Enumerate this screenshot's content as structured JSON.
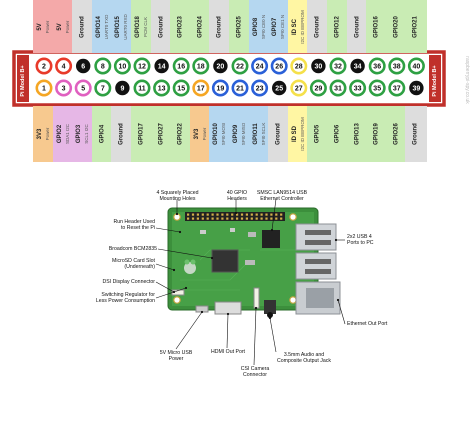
{
  "header": {
    "left_label": "Pi Model B+",
    "right_label": "Pi Model B+",
    "watermark": "raspberrypi-spy.co.uk"
  },
  "colors": {
    "power5v": "#f4a9a9",
    "power3v3": "#f7c98f",
    "ground": "#dddddd",
    "gpio": "#c9ecb4",
    "i2c": "#e6b7e6",
    "uart": "#b5d7f0",
    "spi": "#b5d7f0",
    "idsc": "#fff6a3",
    "frame": "#c0302a",
    "pin_red": "#e83a2a",
    "pin_orange": "#f5a623",
    "pin_green": "#2ea043",
    "pin_black": "#111111",
    "pin_pink": "#e060c0",
    "pin_blue": "#2a60d8",
    "pin_yellow": "#f5e04a"
  },
  "top_row": [
    {
      "pin": "2",
      "name": "5V",
      "sub": "Power",
      "cat": "power5v",
      "ring": "pin_red"
    },
    {
      "pin": "4",
      "name": "5V",
      "sub": "Power",
      "cat": "power5v",
      "ring": "pin_red"
    },
    {
      "pin": "6",
      "name": "Ground",
      "sub": "",
      "cat": "ground",
      "ring": "pin_black"
    },
    {
      "pin": "8",
      "name": "GPIO14",
      "sub": "UART0 TXD",
      "cat": "uart",
      "ring": "pin_green"
    },
    {
      "pin": "10",
      "name": "GPIO15",
      "sub": "UART0 RXD",
      "cat": "uart",
      "ring": "pin_green"
    },
    {
      "pin": "12",
      "name": "GPIO18",
      "sub": "PCM CLK",
      "cat": "gpio",
      "ring": "pin_green"
    },
    {
      "pin": "14",
      "name": "Ground",
      "sub": "",
      "cat": "ground",
      "ring": "pin_black"
    },
    {
      "pin": "16",
      "name": "GPIO23",
      "sub": "",
      "cat": "gpio",
      "ring": "pin_green"
    },
    {
      "pin": "18",
      "name": "GPIO24",
      "sub": "",
      "cat": "gpio",
      "ring": "pin_green"
    },
    {
      "pin": "20",
      "name": "Ground",
      "sub": "",
      "cat": "ground",
      "ring": "pin_black"
    },
    {
      "pin": "22",
      "name": "GPIO25",
      "sub": "",
      "cat": "gpio",
      "ring": "pin_green"
    },
    {
      "pin": "24",
      "name": "GPIO8",
      "sub": "SPI0 CE0 N",
      "cat": "spi",
      "ring": "pin_blue"
    },
    {
      "pin": "26",
      "name": "GPIO7",
      "sub": "SPI0 CE1 N",
      "cat": "spi",
      "ring": "pin_blue"
    },
    {
      "pin": "28",
      "name": "ID SC",
      "sub": "I2C ID EEPROM",
      "cat": "idsc",
      "ring": "pin_yellow"
    },
    {
      "pin": "30",
      "name": "Ground",
      "sub": "",
      "cat": "ground",
      "ring": "pin_black"
    },
    {
      "pin": "32",
      "name": "GPIO12",
      "sub": "",
      "cat": "gpio",
      "ring": "pin_green"
    },
    {
      "pin": "34",
      "name": "Ground",
      "sub": "",
      "cat": "ground",
      "ring": "pin_black"
    },
    {
      "pin": "36",
      "name": "GPIO16",
      "sub": "",
      "cat": "gpio",
      "ring": "pin_green"
    },
    {
      "pin": "38",
      "name": "GPIO20",
      "sub": "",
      "cat": "gpio",
      "ring": "pin_green"
    },
    {
      "pin": "40",
      "name": "GPIO21",
      "sub": "",
      "cat": "gpio",
      "ring": "pin_green"
    }
  ],
  "bottom_row": [
    {
      "pin": "1",
      "name": "3V3",
      "sub": "Power",
      "cat": "power3v3",
      "ring": "pin_orange"
    },
    {
      "pin": "3",
      "name": "GPIO2",
      "sub": "SDA1 I2C",
      "cat": "i2c",
      "ring": "pin_pink"
    },
    {
      "pin": "5",
      "name": "GPIO3",
      "sub": "SCL1 I2C",
      "cat": "i2c",
      "ring": "pin_pink"
    },
    {
      "pin": "7",
      "name": "GPIO4",
      "sub": "",
      "cat": "gpio",
      "ring": "pin_green"
    },
    {
      "pin": "9",
      "name": "Ground",
      "sub": "",
      "cat": "ground",
      "ring": "pin_black"
    },
    {
      "pin": "11",
      "name": "GPIO17",
      "sub": "",
      "cat": "gpio",
      "ring": "pin_green"
    },
    {
      "pin": "13",
      "name": "GPIO27",
      "sub": "",
      "cat": "gpio",
      "ring": "pin_green"
    },
    {
      "pin": "15",
      "name": "GPIO22",
      "sub": "",
      "cat": "gpio",
      "ring": "pin_green"
    },
    {
      "pin": "17",
      "name": "3V3",
      "sub": "Power",
      "cat": "power3v3",
      "ring": "pin_orange"
    },
    {
      "pin": "19",
      "name": "GPIO10",
      "sub": "SPI0 MOSI",
      "cat": "spi",
      "ring": "pin_blue"
    },
    {
      "pin": "21",
      "name": "GPIO9",
      "sub": "SPI0 MISO",
      "cat": "spi",
      "ring": "pin_blue"
    },
    {
      "pin": "23",
      "name": "GPIO11",
      "sub": "SPI0 SCLK",
      "cat": "spi",
      "ring": "pin_blue"
    },
    {
      "pin": "25",
      "name": "Ground",
      "sub": "",
      "cat": "ground",
      "ring": "pin_black"
    },
    {
      "pin": "27",
      "name": "ID SD",
      "sub": "I2C ID EEPROM",
      "cat": "idsc",
      "ring": "pin_yellow"
    },
    {
      "pin": "29",
      "name": "GPIO5",
      "sub": "",
      "cat": "gpio",
      "ring": "pin_green"
    },
    {
      "pin": "31",
      "name": "GPIO6",
      "sub": "",
      "cat": "gpio",
      "ring": "pin_green"
    },
    {
      "pin": "33",
      "name": "GPIO13",
      "sub": "",
      "cat": "gpio",
      "ring": "pin_green"
    },
    {
      "pin": "35",
      "name": "GPIO19",
      "sub": "",
      "cat": "gpio",
      "ring": "pin_green"
    },
    {
      "pin": "37",
      "name": "GPIO26",
      "sub": "",
      "cat": "gpio",
      "ring": "pin_green"
    },
    {
      "pin": "39",
      "name": "Ground",
      "sub": "",
      "cat": "ground",
      "ring": "pin_black"
    }
  ],
  "board_callouts": {
    "mounting": [
      "4 Squarely Placed",
      "Mounting Holes"
    ],
    "gpio": [
      "40 GPIO",
      "Headers"
    ],
    "lan": [
      "SMSC LAN9514 USB",
      "Ethernet Controller"
    ],
    "run": [
      "Run Header Used",
      "to Reset the Pi"
    ],
    "broadcom": [
      "Broadcom BCM2835"
    ],
    "microsd": [
      "MicroSD Card Slot",
      "(Underneath)"
    ],
    "dsi": [
      "DSI Display Connector"
    ],
    "regulator": [
      "Switching Regulator for",
      "Less Power Consumption"
    ],
    "usbpower": [
      "5V Micro USB",
      "Power"
    ],
    "hdmi": [
      "HDMI Out Port"
    ],
    "csi": [
      "CSI Camera",
      "Connector"
    ],
    "audio": [
      "3.5mm Audio and",
      "Composite Output Jack"
    ],
    "usb": [
      "2x2 USB 4",
      "Ports to PC"
    ],
    "ethernet": [
      "Ethernet Out Port"
    ]
  }
}
